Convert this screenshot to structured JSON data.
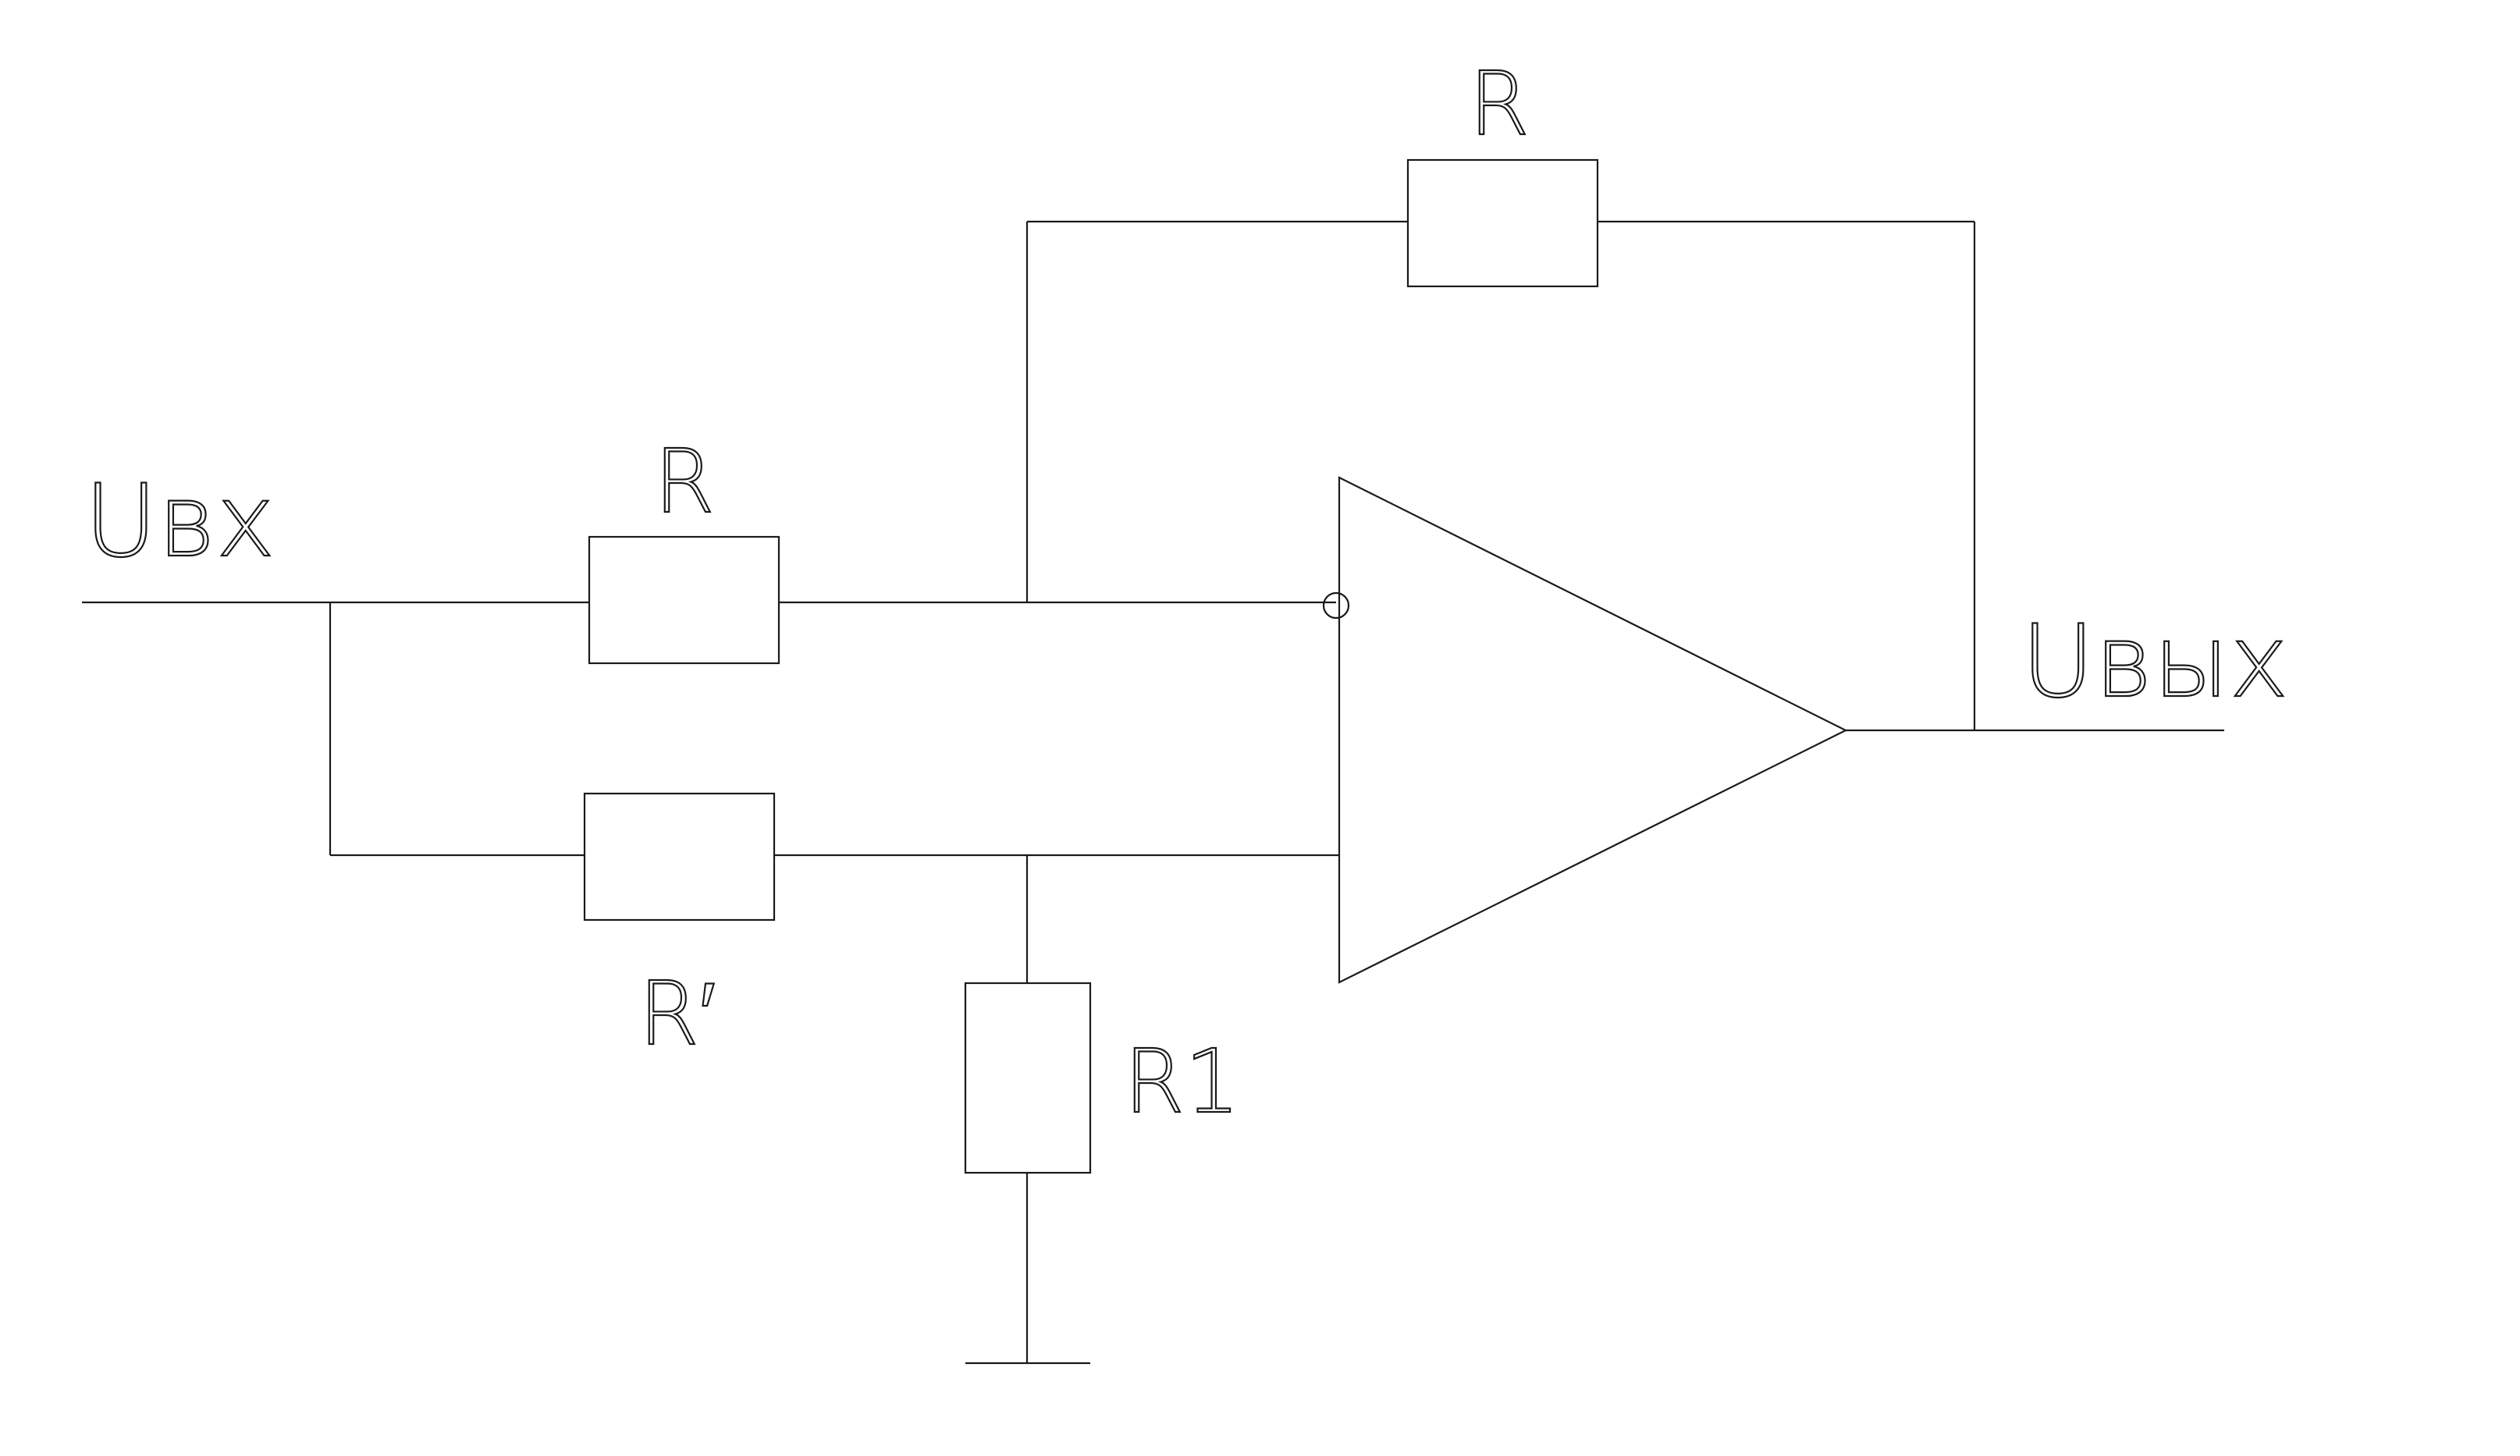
{
  "labels": {
    "input": "Uвх",
    "output": "Uвых",
    "feedback_resistor": "R",
    "input_resistor": "R",
    "lower_resistor": "R′",
    "ground_resistor": "R1"
  },
  "colors": {
    "line": "#1a1a1a",
    "background": "#ffffff"
  }
}
